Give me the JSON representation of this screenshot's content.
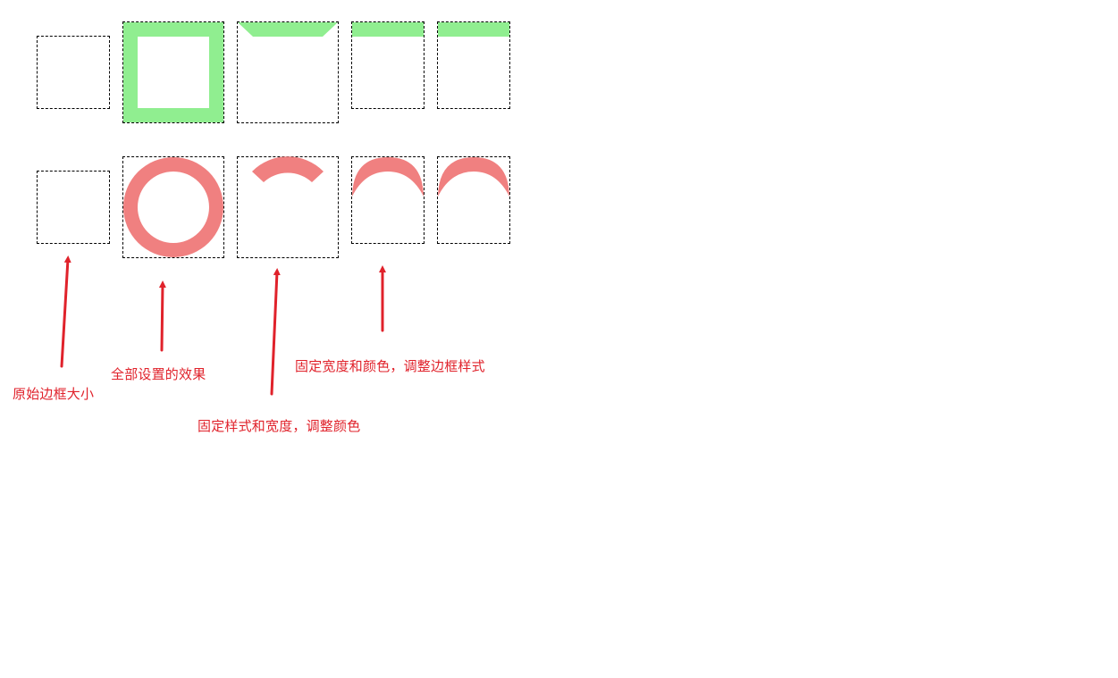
{
  "colors": {
    "green": "#90ee90",
    "red_fill": "#f08080",
    "annotation": "#e0222b"
  },
  "annotations": {
    "original_size": "原始边框大小",
    "all_set": "全部设置的效果",
    "fixed_style_width": "固定样式和宽度，调整颜色",
    "fixed_width_color": "固定宽度和颜色，调整边框样式"
  }
}
